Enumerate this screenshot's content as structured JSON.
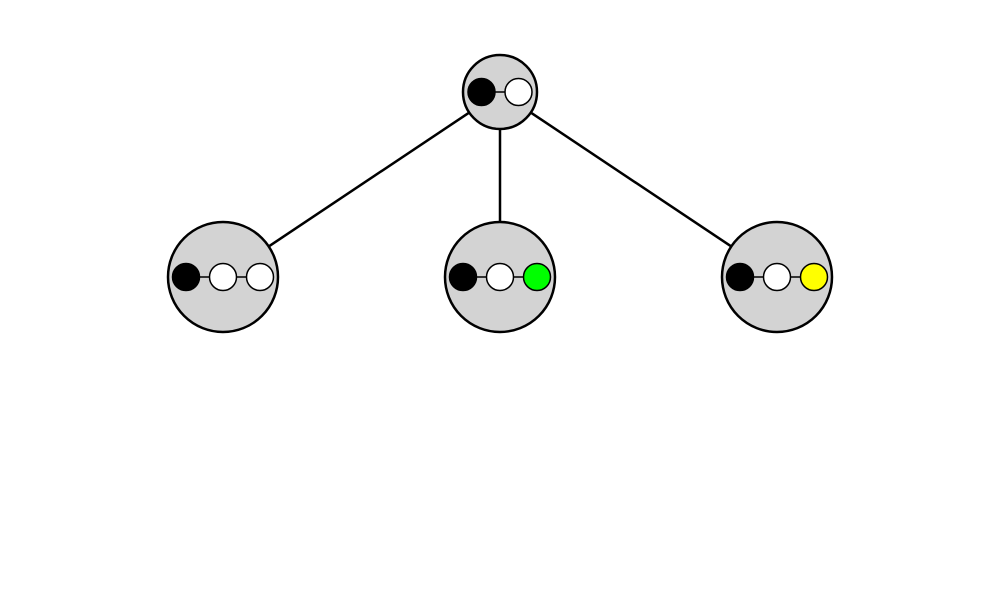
{
  "diagram": {
    "type": "tree",
    "colors": {
      "node_fill": "#d3d3d3",
      "stroke": "#000000",
      "token_black": "#000000",
      "token_white": "#ffffff",
      "token_green": "#00ff00",
      "token_yellow": "#ffff00"
    },
    "root": {
      "id": "root",
      "tokens": [
        "black",
        "white"
      ]
    },
    "children": [
      {
        "id": "child-left",
        "tokens": [
          "black",
          "white",
          "white"
        ]
      },
      {
        "id": "child-middle",
        "tokens": [
          "black",
          "white",
          "green"
        ]
      },
      {
        "id": "child-right",
        "tokens": [
          "black",
          "white",
          "yellow"
        ]
      }
    ]
  }
}
